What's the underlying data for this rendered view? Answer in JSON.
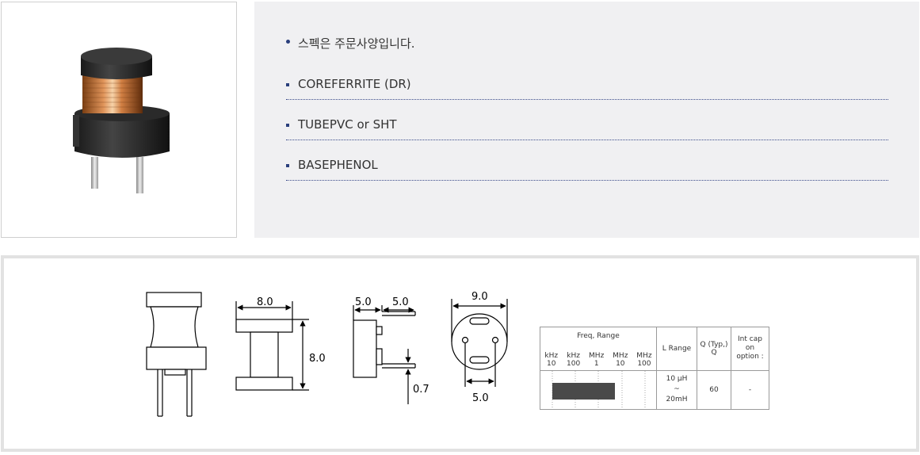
{
  "spec": {
    "note": "스펙은 주문사양입니다.",
    "rows": [
      {
        "label": "COREFERRITE (DR)"
      },
      {
        "label": "TUBEPVC or SHT"
      },
      {
        "label": "BASEPHENOL"
      }
    ]
  },
  "dims": {
    "front_width": "8.0",
    "front_height": "8.0",
    "side_a": "5.0",
    "side_b": "5.0",
    "pin_thickness": "0.7",
    "top_diameter": "9.0",
    "pin_spacing": "5.0"
  },
  "table": {
    "freq_header": "Freq,  Range",
    "freq_units": [
      {
        "unit": "kHz",
        "value": "10"
      },
      {
        "unit": "kHz",
        "value": "100"
      },
      {
        "unit": "MHz",
        "value": "1"
      },
      {
        "unit": "MHz",
        "value": "10"
      },
      {
        "unit": "MHz",
        "value": "100"
      }
    ],
    "l_range_header": "L Range",
    "q_header_1": "Q (Typ,)",
    "q_header_2": "Q",
    "intcap_header_1": "Int cap",
    "intcap_header_2": "on",
    "intcap_header_3": "option :",
    "l_range_min": "10 μH",
    "l_range_tilde": "~",
    "l_range_max": "20mH",
    "q_value": "60",
    "intcap_value": "-",
    "freq_bar": {
      "start": "10 kHz",
      "end": "5 MHz"
    }
  },
  "colors": {
    "bullet": "#2a3f7c",
    "panel_bg": "#f0f0f2",
    "bar": "#4a4a4a"
  }
}
